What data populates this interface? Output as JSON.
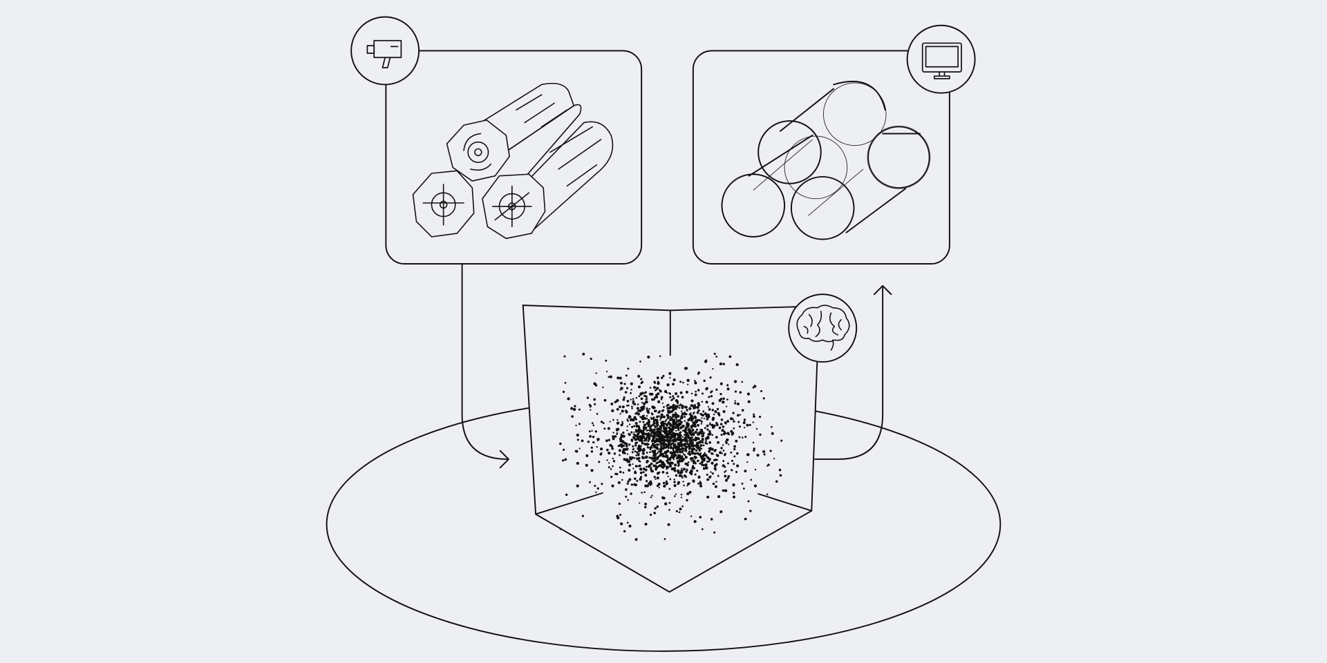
{
  "colors": {
    "background": "#eeeff3",
    "stroke": "#111111"
  },
  "icons": {
    "input_badge": "video-camera-icon",
    "output_badge": "monitor-icon",
    "model_badge": "brain-icon"
  },
  "panels": {
    "input": {
      "illustration": "stacked-logs"
    },
    "output": {
      "illustration": "stacked-cylinders"
    },
    "model": {
      "illustration": "point-cloud-in-3d-box"
    }
  }
}
